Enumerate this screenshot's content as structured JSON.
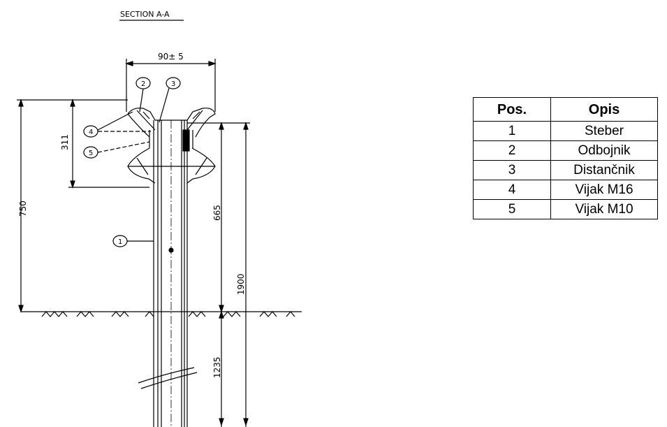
{
  "drawing": {
    "section_title": "SECTION A-A",
    "width_label": "90± 5",
    "dim_total_height": "750",
    "dim_block_height": "311",
    "dim_upper": "665",
    "dim_post_total": "1900",
    "dim_embedded": "1235",
    "callouts": [
      "1",
      "2",
      "3",
      "4",
      "5"
    ]
  },
  "table": {
    "headers": {
      "pos": "Pos.",
      "opis": "Opis"
    },
    "rows": [
      {
        "pos": "1",
        "opis": "Steber"
      },
      {
        "pos": "2",
        "opis": "Odbojnik"
      },
      {
        "pos": "3",
        "opis": "Distančnik"
      },
      {
        "pos": "4",
        "opis": "Vijak M16"
      },
      {
        "pos": "5",
        "opis": "Vijak M10"
      }
    ]
  }
}
